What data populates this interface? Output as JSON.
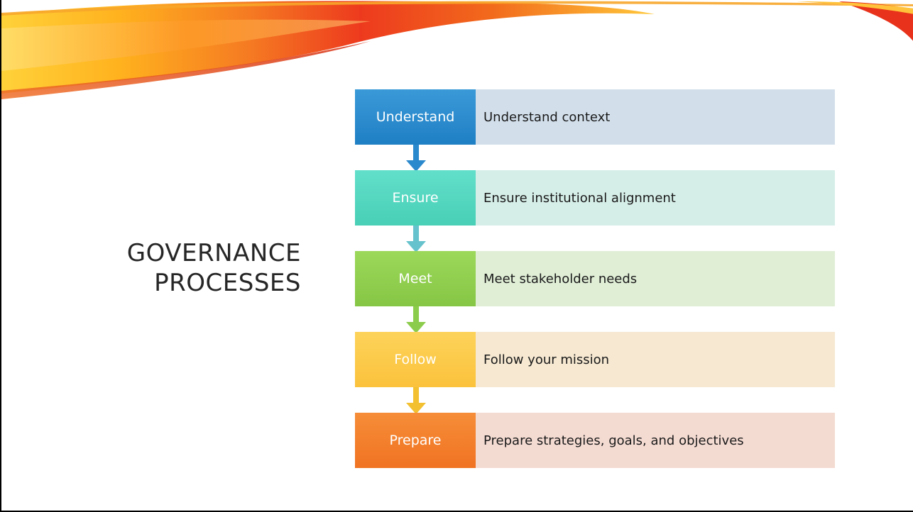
{
  "slide": {
    "title_line1": "GOVERNANCE",
    "title_line2": "PROCESSES"
  },
  "steps": [
    {
      "label": "Understand",
      "description": "Understand context",
      "color": "#2e8fd0",
      "fill": "#d2dfeb"
    },
    {
      "label": "Ensure",
      "description": "Ensure institutional alignment",
      "color": "#55d8c2",
      "fill": "#d6eee8"
    },
    {
      "label": "Meet",
      "description": "Meet stakeholder needs",
      "color": "#92d050",
      "fill": "#e0eed6"
    },
    {
      "label": "Follow",
      "description": "Follow your mission",
      "color": "#fcc843",
      "fill": "#f6e8d1"
    },
    {
      "label": "Prepare",
      "description": "Prepare strategies, goals, and objectives",
      "color": "#f47e2a",
      "fill": "#f4dbd2"
    }
  ]
}
